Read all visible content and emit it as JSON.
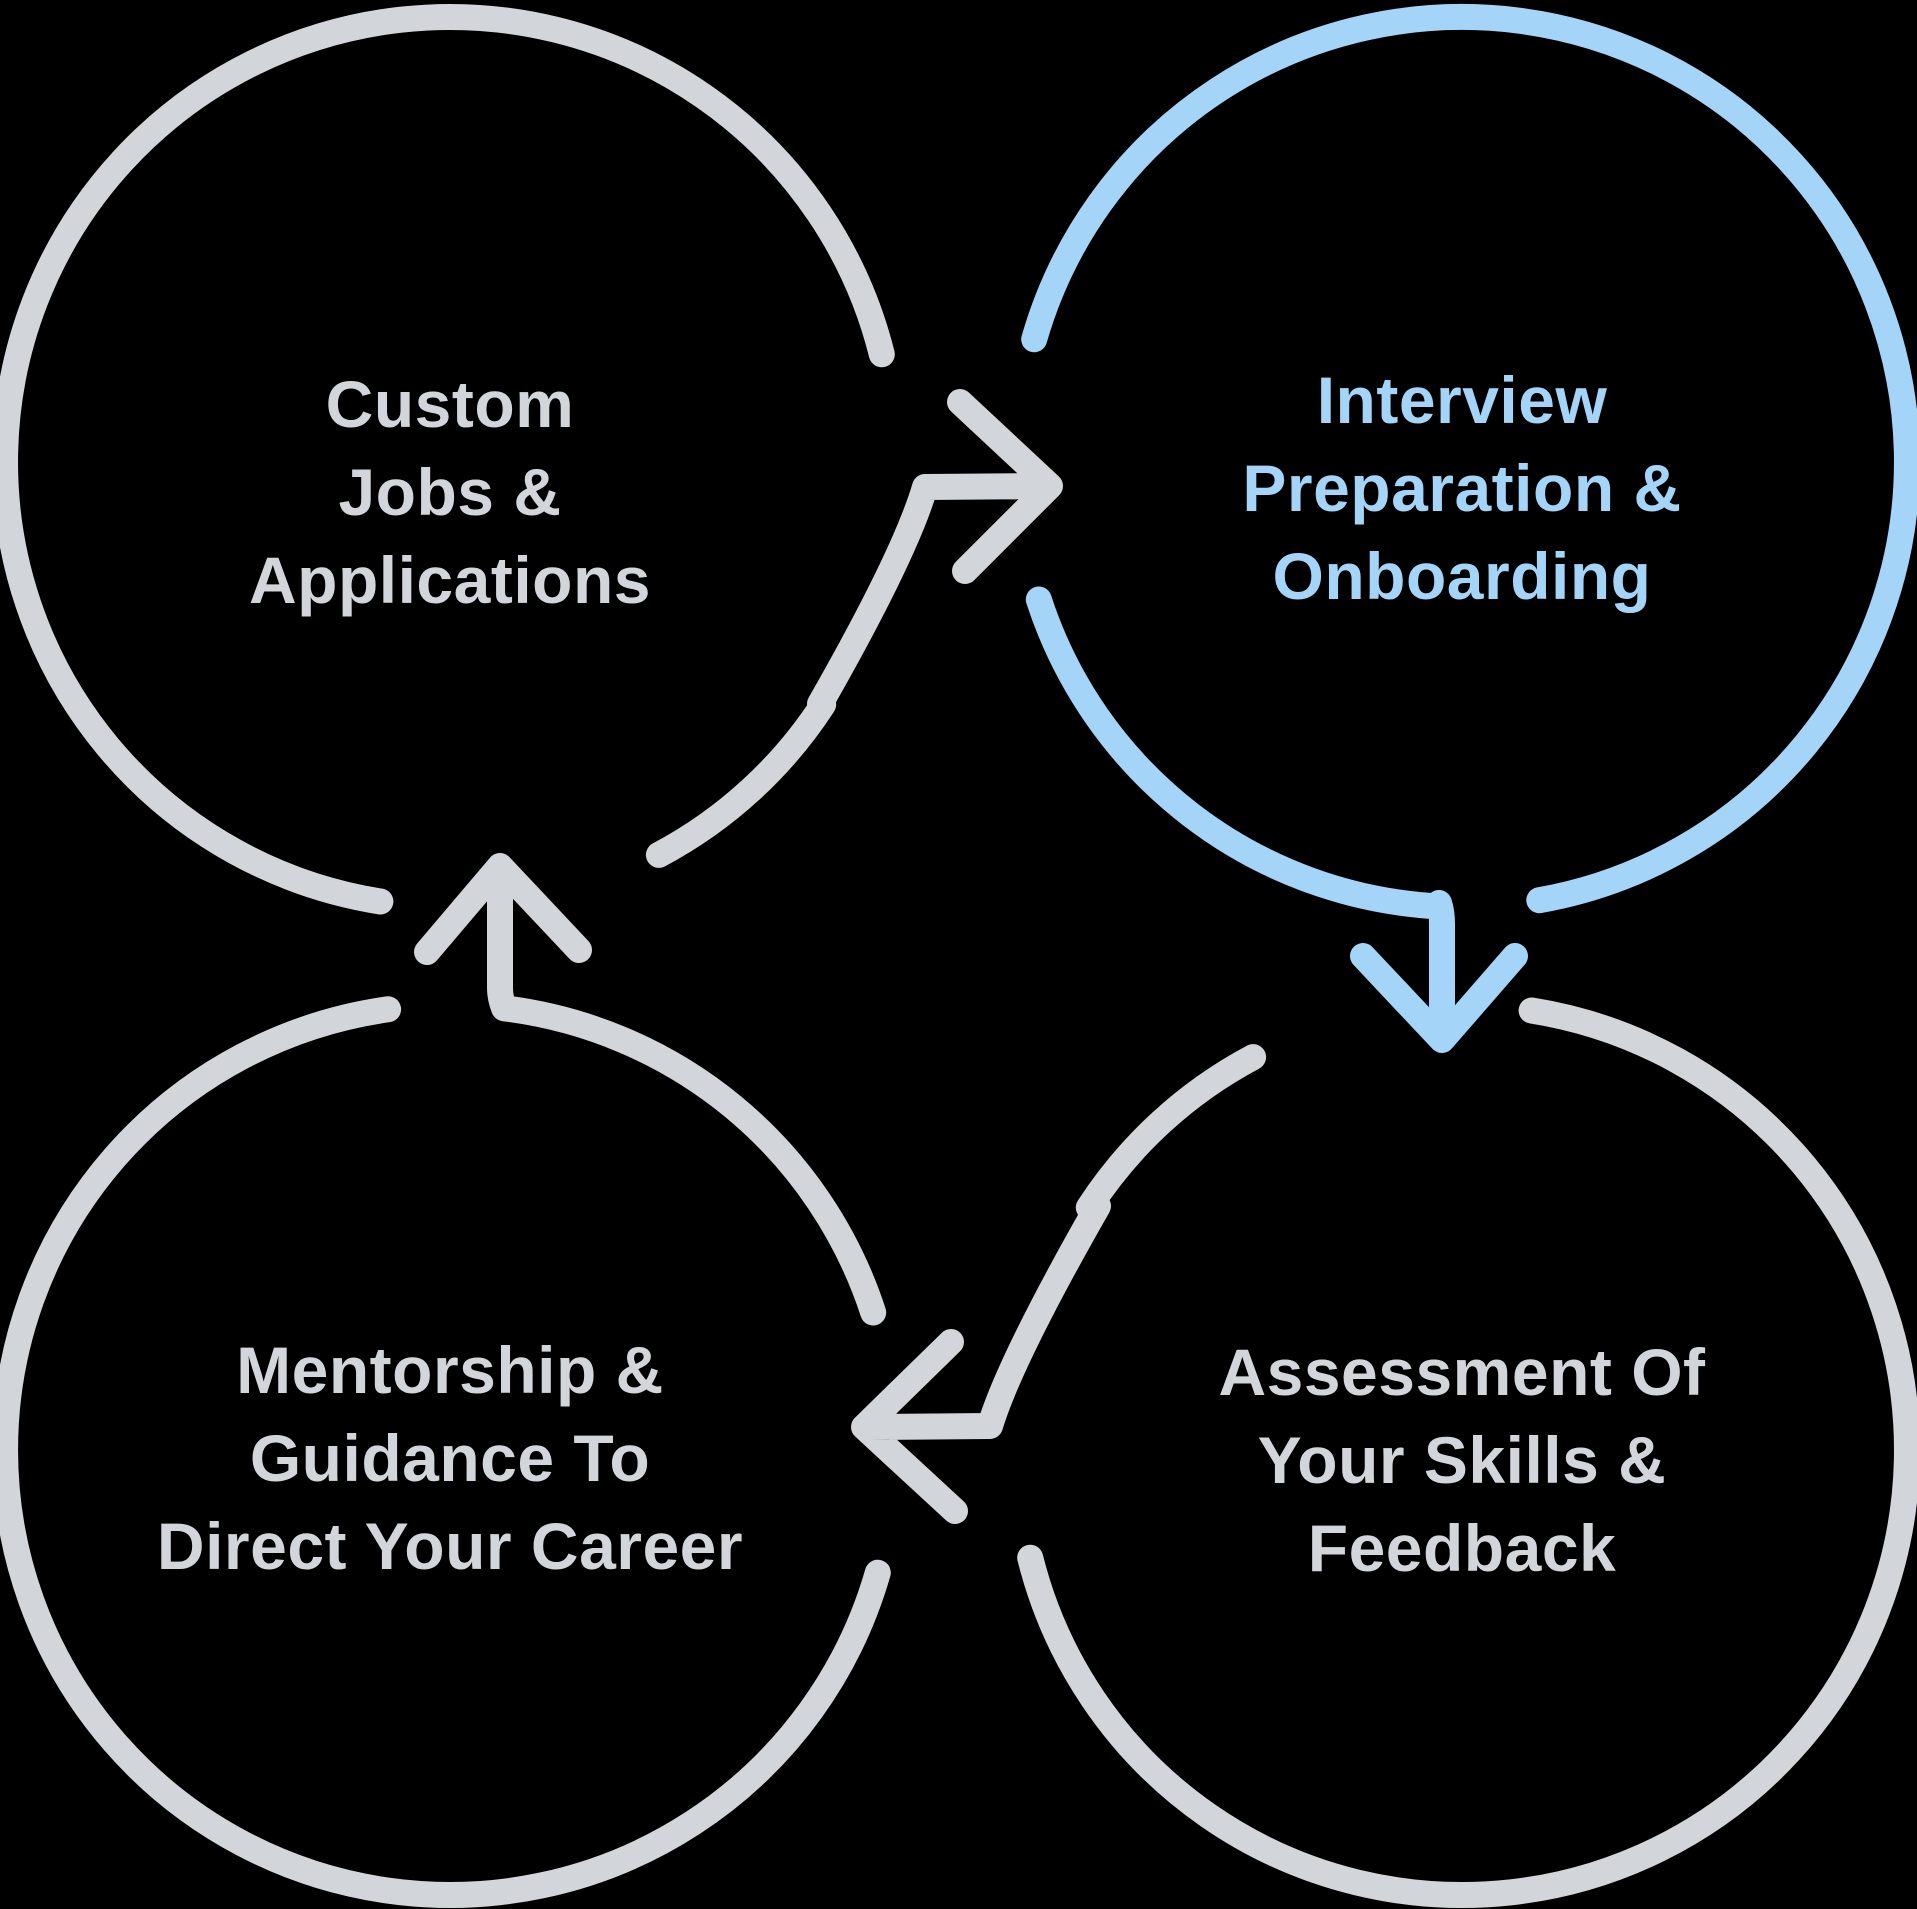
{
  "background": "#000000",
  "colors": {
    "gray": "#D2D5DA",
    "blue": "#A4D4F8"
  },
  "diagram": {
    "type": "cycle",
    "step_count": 4,
    "steps": [
      {
        "id": "custom-jobs",
        "position": "top-left",
        "highlighted": false,
        "color": "#D2D5DA",
        "lines": [
          "Custom",
          "Jobs &",
          "Applications"
        ]
      },
      {
        "id": "interview-preparation",
        "position": "top-right",
        "highlighted": true,
        "color": "#A4D4F8",
        "lines": [
          "Interview",
          "Preparation &",
          "Onboarding"
        ]
      },
      {
        "id": "assessment",
        "position": "bottom-right",
        "highlighted": false,
        "color": "#D2D5DA",
        "lines": [
          "Assessment Of",
          "Your Skills &",
          "Feedback"
        ]
      },
      {
        "id": "mentorship",
        "position": "bottom-left",
        "highlighted": false,
        "color": "#D2D5DA",
        "lines": [
          "Mentorship &",
          "Guidance To",
          "Direct Your Career"
        ]
      }
    ],
    "arrows": [
      {
        "id": "arrow-custom-to-interview",
        "from": "custom-jobs",
        "to": "interview-preparation",
        "direction": "right",
        "color": "#D2D5DA"
      },
      {
        "id": "arrow-interview-to-assessment",
        "from": "interview-preparation",
        "to": "assessment",
        "direction": "down",
        "color": "#A4D4F8"
      },
      {
        "id": "arrow-assessment-to-mentorship",
        "from": "assessment",
        "to": "mentorship",
        "direction": "left",
        "color": "#D2D5DA"
      },
      {
        "id": "arrow-mentorship-to-custom",
        "from": "mentorship",
        "to": "custom-jobs",
        "direction": "up",
        "color": "#D2D5DA"
      }
    ]
  }
}
